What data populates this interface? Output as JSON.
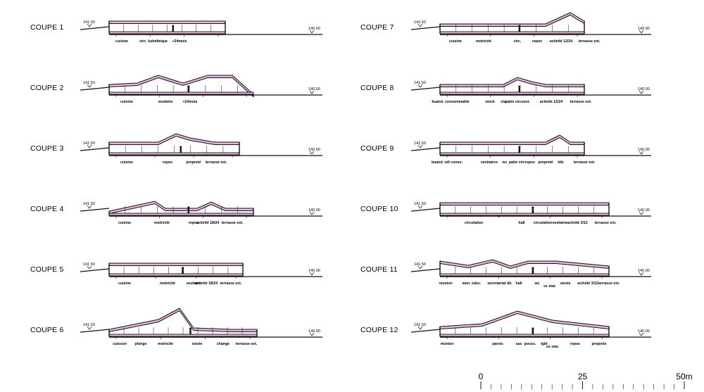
{
  "sections": [
    {
      "title": "COUPE  1",
      "level_high": "141.50",
      "level_low": "140.00",
      "rooms": [
        "cuisine",
        "circ. ludothèque",
        "+24mois"
      ]
    },
    {
      "title": "COUPE  2",
      "level_high": "141.50",
      "level_low": "140.00",
      "rooms": [
        "cuisine",
        "vestiaire",
        "+24mois"
      ]
    },
    {
      "title": "COUPE  3",
      "level_high": "141.50",
      "level_low": "140.00",
      "rooms": [
        "cuisine",
        "repos",
        "propreté",
        "terrasse ext."
      ]
    },
    {
      "title": "COUPE  4",
      "level_high": "141.50",
      "level_low": "140.00",
      "rooms": [
        "cuisine",
        "motricité",
        "repos",
        "activité 18/24",
        "terrasse ext."
      ]
    },
    {
      "title": "COUPE  5",
      "level_high": "141.50",
      "level_low": "140.00",
      "rooms": [
        "cuisine",
        "motricité",
        "vestiaire",
        "activité 18/24",
        "terrasse ext."
      ]
    },
    {
      "title": "COUPE  6",
      "level_high": "141.50",
      "level_low": "140.00",
      "rooms": [
        "cuisson",
        "plonge",
        "motricité",
        "sieste",
        "change",
        "terrasse ext."
      ]
    },
    {
      "title": "COUPE  7",
      "level_high": "141.50",
      "level_low": "140.00",
      "rooms": [
        "cuisine",
        "motricité",
        "circ.",
        "repos",
        "activité 12/24",
        "terrasse ext."
      ]
    },
    {
      "title": "COUPE  8",
      "level_high": "141.50",
      "level_low": "140.00",
      "rooms": [
        "buand. consommable",
        "stock",
        "cta",
        "patio circ.",
        "vest.",
        "activité 12/24",
        "terrasse ext."
      ]
    },
    {
      "title": "COUPE  9",
      "level_high": "141.50",
      "level_low": "140.00",
      "rooms": [
        "buand. vdi conso.",
        "vestiaires",
        "wc",
        "patio circ.",
        "repos",
        "propreté",
        "bib.",
        "terrasse ext."
      ]
    },
    {
      "title": "COUPE  10",
      "level_high": "141.50",
      "level_low": "140.00",
      "rooms": [
        "circulation",
        "hall",
        "circulation",
        "vestiaire",
        "activité 3/12",
        "terrasse ext."
      ]
    },
    {
      "title": "COUPE  11",
      "level_high": "141.50",
      "level_low": "140.00",
      "rooms": [
        "reunion",
        "men. educ.",
        "secretariat dir.",
        "hall",
        "wc",
        "ss stat.",
        "sieste",
        "activité 3/12",
        "terrasse ext."
      ]
    },
    {
      "title": "COUPE  12",
      "level_high": "141.50",
      "level_low": "140.00",
      "rooms": [
        "réunion",
        "parvis",
        "sas",
        "pouss.",
        "lgbt",
        "ss stat.",
        "repos",
        "proprete"
      ]
    }
  ],
  "scale_bar": {
    "labels": [
      "0",
      "25",
      "50m"
    ]
  },
  "colors": {
    "roof_fill": "#e7b8dc",
    "line": "#111111",
    "background": "#ffffff"
  }
}
